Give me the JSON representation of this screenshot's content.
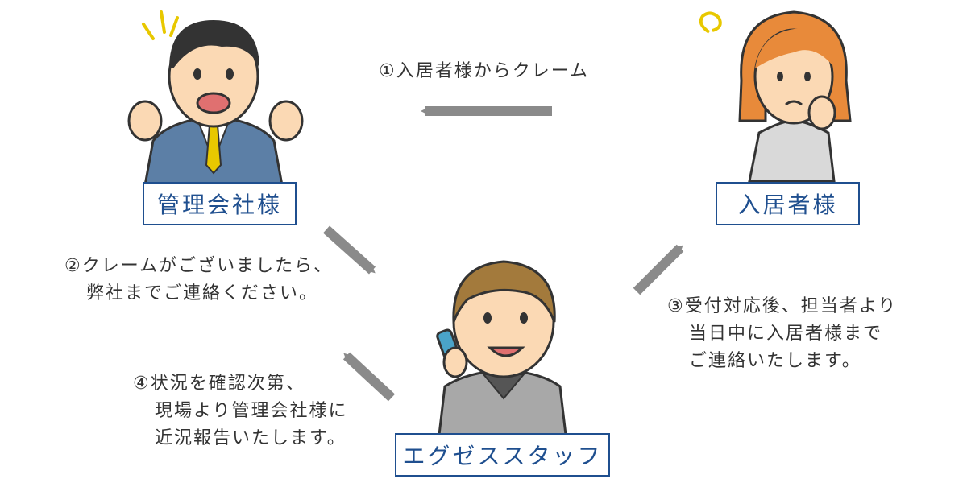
{
  "roles": {
    "management": "管理会社様",
    "resident": "入居者様",
    "staff": "エグゼススタッフ"
  },
  "steps": {
    "s1": [
      "①入居者様からクレーム"
    ],
    "s2": [
      "②クレームがございましたら、",
      "弊社までご連絡ください。"
    ],
    "s3": [
      "③受付対応後、担当者より",
      "当日中に入居者様まで",
      "ご連絡いたします。"
    ],
    "s4": [
      "④状況を確認次第、",
      "現場より管理会社様に",
      "近況報告いたします。"
    ]
  },
  "colors": {
    "box_border": "#1f4f8f",
    "arrow": "#8a8a8a",
    "text": "#333333"
  },
  "icons": {
    "management": "surprised-businessman-icon",
    "resident": "worried-woman-icon",
    "staff": "phone-staff-icon"
  }
}
